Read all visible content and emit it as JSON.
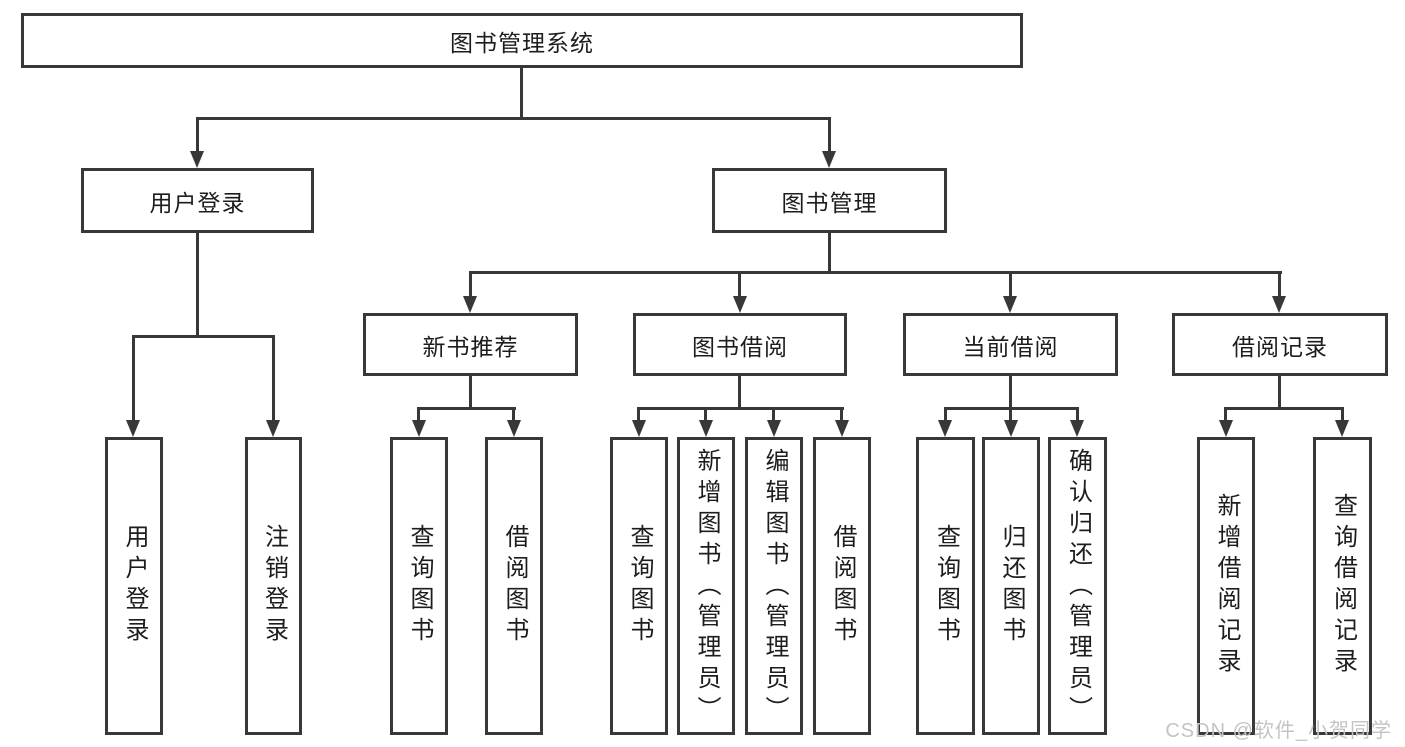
{
  "colors": {
    "line": "#383838",
    "text": "#1d1d1d",
    "background": "#ffffff",
    "watermark": "#c4c4c4"
  },
  "watermark": "CSDN @软件_小贺同学",
  "tree": {
    "root": {
      "label": "图书管理系统",
      "children": [
        {
          "label": "用户登录",
          "children": [
            {
              "label": "用户登录"
            },
            {
              "label": "注销登录"
            }
          ]
        },
        {
          "label": "图书管理",
          "children": [
            {
              "label": "新书推荐",
              "children": [
                {
                  "label": "查询图书"
                },
                {
                  "label": "借阅图书"
                }
              ]
            },
            {
              "label": "图书借阅",
              "children": [
                {
                  "label": "查询图书"
                },
                {
                  "label": "新增图书（管理员）"
                },
                {
                  "label": "编辑图书（管理员）"
                },
                {
                  "label": "借阅图书"
                }
              ]
            },
            {
              "label": "当前借阅",
              "children": [
                {
                  "label": "查询图书"
                },
                {
                  "label": "归还图书"
                },
                {
                  "label": "确认归还（管理员）"
                }
              ]
            },
            {
              "label": "借阅记录",
              "children": [
                {
                  "label": "新增借阅记录"
                },
                {
                  "label": "查询借阅记录"
                }
              ]
            }
          ]
        }
      ]
    }
  }
}
